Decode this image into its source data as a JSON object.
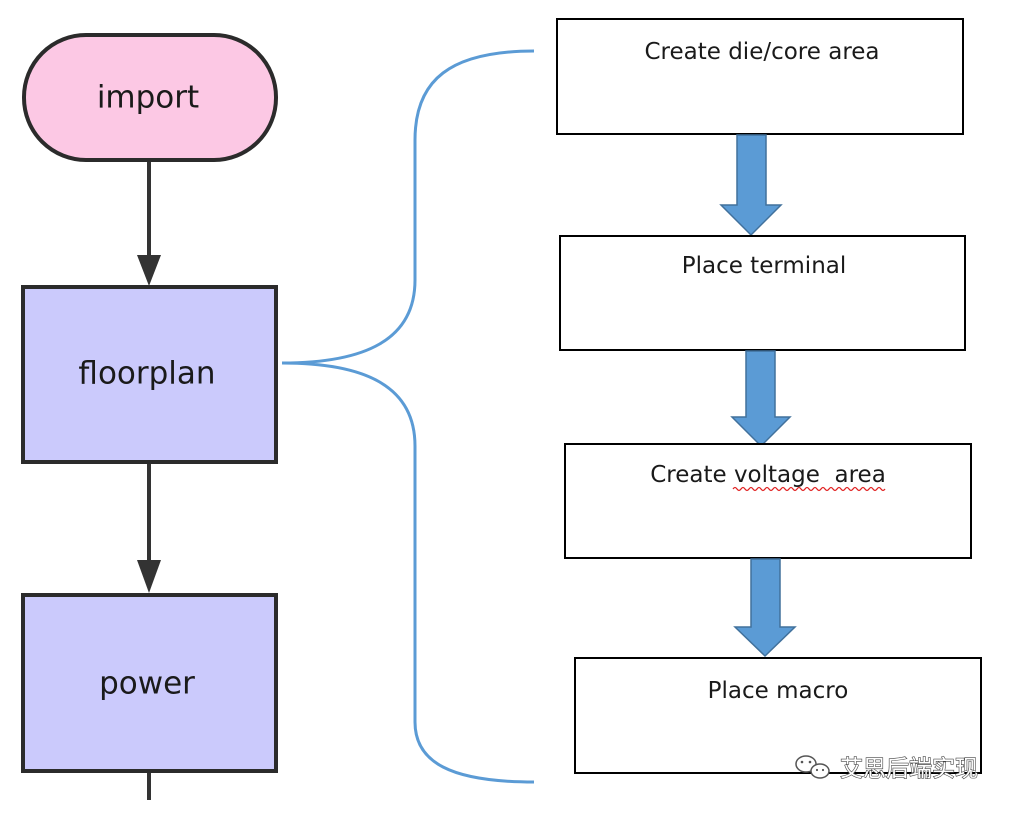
{
  "main_flow": {
    "import_label": "import",
    "floorplan_label": "floorplan",
    "power_label": "power"
  },
  "floorplan_steps": {
    "step1": "Create die/core area",
    "step2": "Place terminal",
    "step3_prefix": "Create ",
    "step3_underlined": "voltage",
    "step3_suffix": "  area",
    "step4": "Place macro"
  },
  "watermark": {
    "text": "艾思后端实现",
    "icon": "wechat-icon"
  },
  "colors": {
    "import_fill": "#fcc8e4",
    "stage_fill": "#cbcafc",
    "outline": "#2b2b2b",
    "brace": "#5b9bd5",
    "step_arrow": "#5b9bd5",
    "step_arrow_border": "#41719c",
    "spellcheck": "#e02020"
  }
}
